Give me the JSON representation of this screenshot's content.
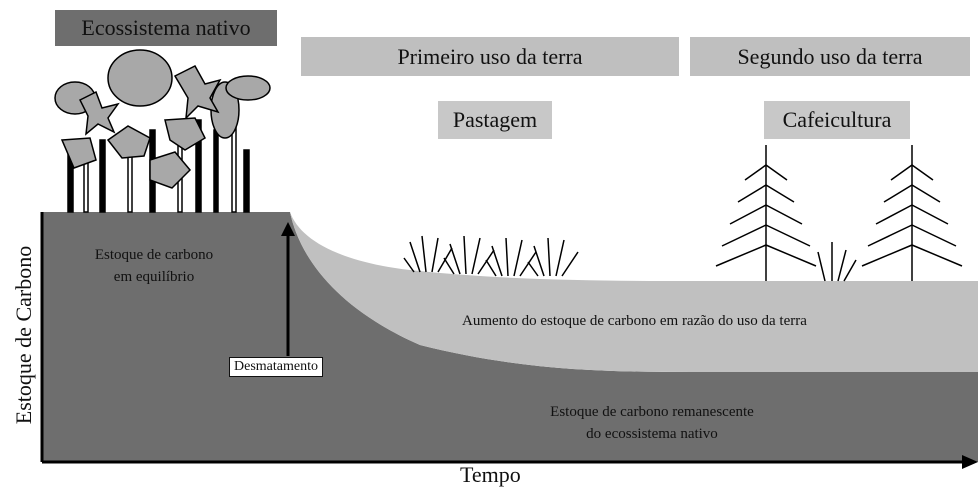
{
  "headers": {
    "native_ecosystem": "Ecossistema nativo",
    "first_land_use": "Primeiro uso da terra",
    "second_land_use": "Segundo uso da terra"
  },
  "subheaders": {
    "pasture": "Pastagem",
    "coffee": "Cafeicultura"
  },
  "regions": {
    "equilibrium_line1": "Estoque de carbono",
    "equilibrium_line2": "em equilíbrio",
    "increase": "Aumento do estoque de carbono em razão do uso da terra",
    "remaining_line1": "Estoque de carbono remanescente",
    "remaining_line2": "do ecossistema nativo"
  },
  "annotations": {
    "deforestation": "Desmatamento"
  },
  "axes": {
    "y_label": "Estoque de Carbono",
    "x_label": "Tempo"
  },
  "colors": {
    "dark_region": "#6e6e6e",
    "light_region": "#c0c0c0",
    "header_dark": "#6e6e6e",
    "header_light": "#bfbfbf"
  },
  "icons": [
    "native-forest-icon",
    "pasture-grass-icon",
    "coffee-plant-icon",
    "arrow-up-icon",
    "arrow-right-icon"
  ]
}
